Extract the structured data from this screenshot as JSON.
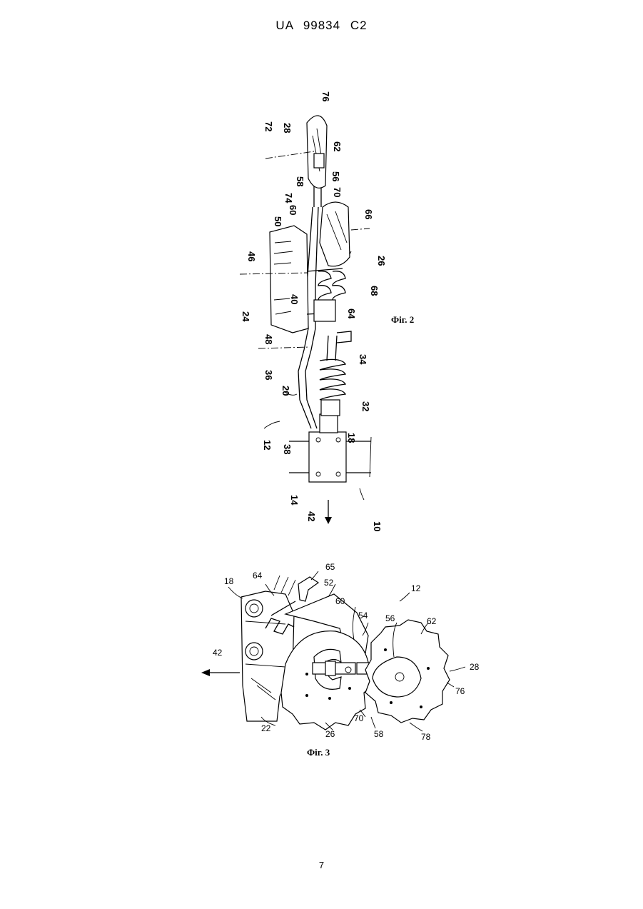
{
  "header": {
    "patent_number": "UA 99834 C2"
  },
  "figure2": {
    "caption": "Фіг. 2",
    "labels": [
      "76",
      "72",
      "28",
      "62",
      "56",
      "58",
      "74",
      "70",
      "66",
      "60",
      "50",
      "26",
      "46",
      "40",
      "68",
      "64",
      "24",
      "48",
      "34",
      "36",
      "20",
      "32",
      "12",
      "38",
      "18",
      "14",
      "42",
      "10"
    ]
  },
  "figure3": {
    "caption": "Фіг. 3",
    "labels": [
      "65",
      "18",
      "64",
      "52",
      "12",
      "60",
      "54",
      "56",
      "62",
      "28",
      "42",
      "76",
      "22",
      "26",
      "70",
      "58",
      "78"
    ]
  },
  "footer": {
    "page_number": "7"
  }
}
